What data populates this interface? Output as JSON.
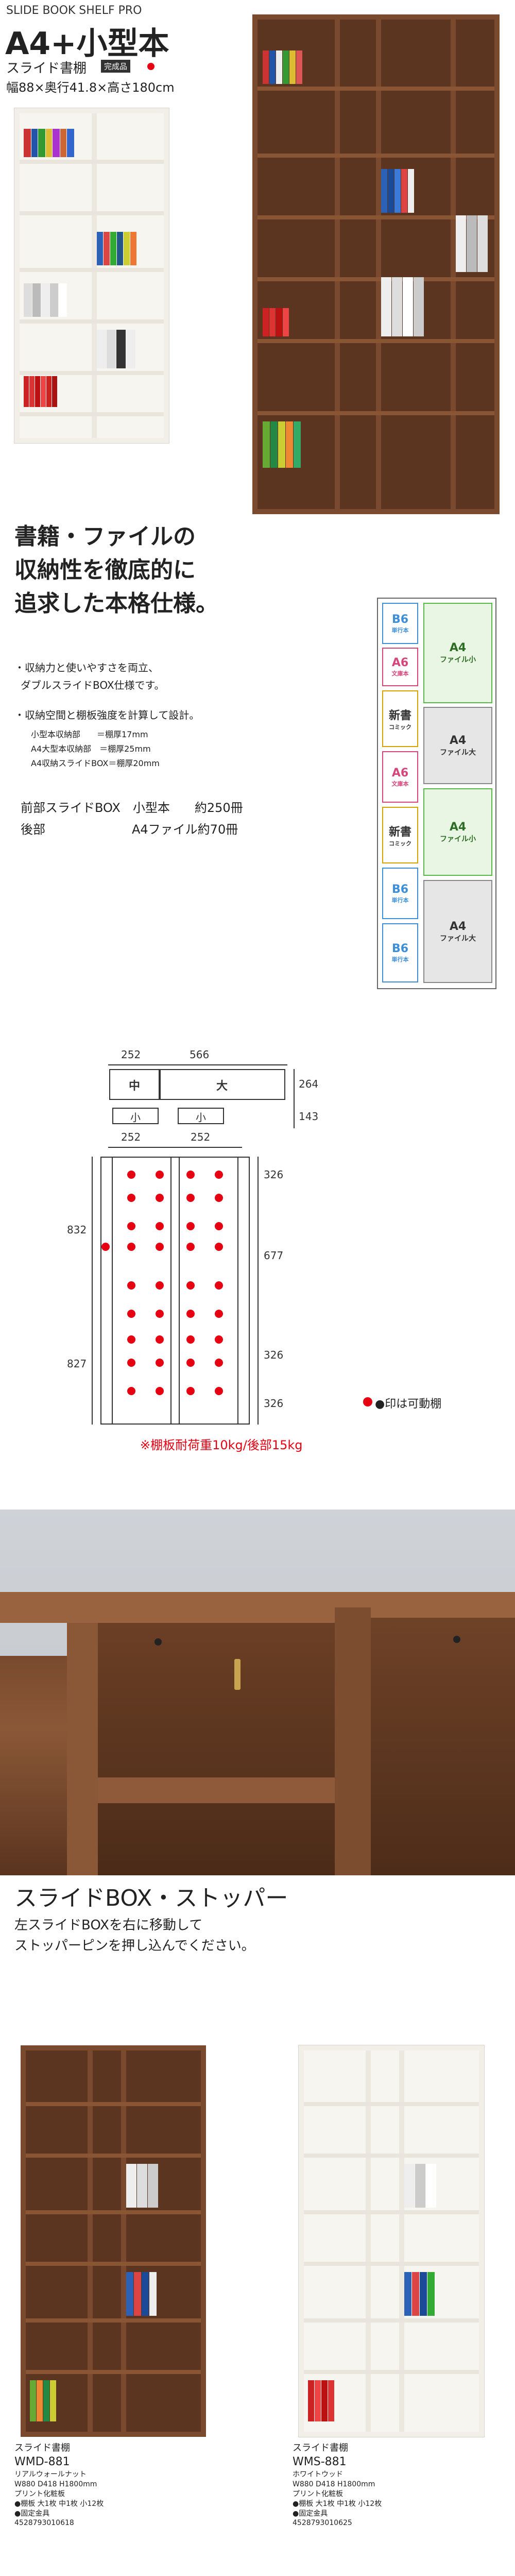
{
  "header": {
    "series": "SLIDE BOOK SHELF PRO",
    "title": "A4+小型本",
    "subtitle": "スライド書棚",
    "badge": "完成品",
    "dims": "幅88×奥行41.8×高さ180cm"
  },
  "feature": {
    "headline_1": "書籍・ファイルの",
    "headline_2": "収納性を徹底的に",
    "headline_3": "追求した本格仕様。",
    "bullet_1a": "・収納力と使いやすさを両立、",
    "bullet_1b": "ダブルスライドBOX仕様です。",
    "bullet_2": "・収納空間と棚板強度を計算して設計。",
    "spec_1": "小型本収納部　　＝棚厚17mm",
    "spec_2": "A4大型本収納部　＝棚厚25mm",
    "spec_3": "A4収納スライドBOX＝棚厚20mm",
    "cap_1a": "前部スライドBOX　小型本　　約250冊",
    "cap_1b": "後部　　　　　　　A4ファイル約70冊"
  },
  "compartments": {
    "b6": "B6",
    "b6_sub": "単行本",
    "a6": "A6",
    "a6_sub": "文庫本",
    "shinsho": "新書",
    "shinsho_sub": "コミック",
    "a4": "A4",
    "a4_file": "ファイル大",
    "a4_file_small": "ファイル小"
  },
  "diagram": {
    "top_w1": "252",
    "top_w2": "566",
    "top_h1": "264",
    "top_h2": "143",
    "mid_label": "中",
    "large_label": "大",
    "small_label": "小",
    "bottom_w1": "252",
    "bottom_w2": "252",
    "left_h1": "832",
    "left_h2": "827",
    "right_h1": "326",
    "right_h2": "677",
    "right_h3": "326",
    "right_h4": "326",
    "legend": "●印は可動棚",
    "load_note": "※棚板耐荷重10kg/後部15kg"
  },
  "stopper": {
    "title": "スライドBOX・ストッパー",
    "desc_1": "左スライドBOXを右に移動して",
    "desc_2": "ストッパーピンを押し込んでください。"
  },
  "products": [
    {
      "name": "スライド書棚",
      "code": "WMD-881",
      "color": "リアルウォールナット",
      "size": "W880 D418 H1800mm",
      "finish": "プリント化粧板",
      "spec": "●棚板 大1枚 中1枚 小12枚",
      "tag": "●固定金具",
      "jan": "4528793010618"
    },
    {
      "name": "スライド書棚",
      "code": "WMS-881",
      "color": "ホワイトウッド",
      "size": "W880 D418 H1800mm",
      "finish": "プリント化粧板",
      "spec": "●棚板 大1枚 中1枚 小12枚",
      "tag": "●固定金具",
      "jan": "4528793010625"
    }
  ],
  "colors": {
    "accent_red": "#e60012",
    "walnut": "#7a4a2e",
    "white_wood": "#f2efe8",
    "b6_blue": "#3c8fd8",
    "a6_red": "#d7467a",
    "a4_green": "#58b848"
  }
}
